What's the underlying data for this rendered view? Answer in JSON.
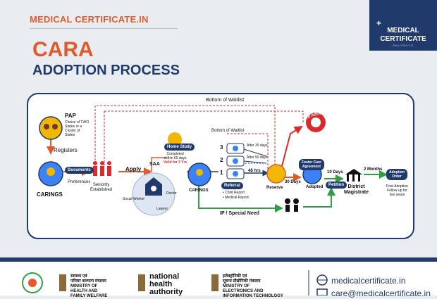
{
  "brand": "MEDICAL CERTIFICATE.IN",
  "title": "CARA",
  "subtitle": "ADOPTION PROCESS",
  "logo": {
    "plus": "+",
    "line1": "MEDICAL",
    "line2": "CERTIFICATE",
    "tagline": "ONLYDOCS"
  },
  "diagram": {
    "bottom_waitlist_top": "Bottom of Waitlist",
    "pap": "PAP",
    "pap_choice": [
      "Choice of TWO",
      "States or a",
      "Cluster of",
      "States"
    ],
    "registers": "Registers",
    "caring_left": "CARINGS",
    "documents": "Documents",
    "preferences": "Preferences",
    "seniority": [
      "Seniority",
      "Established"
    ],
    "apply": "Apply",
    "saa": "SAA",
    "home_study": "Home Study",
    "completed": [
      "Completed",
      "within 60 days"
    ],
    "valid": "Valid for 3 Yrs",
    "social_worker": "Social Worker",
    "doctor": "Doctor",
    "lawyer": "Lawyer",
    "caring_mid": "CARINGS",
    "bottom_waitlist_mid": "Bottom of Waitlist",
    "nums": [
      "3",
      "2",
      "1"
    ],
    "after30": "After 30 days",
    "after90": "After 90 days",
    "hrs48": "48 hrs",
    "referral": "Referral",
    "child_report": "• Child Report",
    "medical_report": "• Medical Report",
    "reserve": "Reserve",
    "not_adopted": "Not Adopted",
    "days30": "30 Days",
    "foster": [
      "Foster Care",
      "Agreement"
    ],
    "adopted": "Adopted",
    "days10": "10 Days",
    "petition": "Petition",
    "district": [
      "District",
      "Magistrate"
    ],
    "months2": "2 Months",
    "adoption_order": [
      "Adoption",
      "Order"
    ],
    "post_adoption": [
      "Post Adoption",
      "Follow up for",
      "two years"
    ],
    "ip_special": "IP / Special Need"
  },
  "footer": {
    "ministry1": [
      "स्वास्थ्य एवं",
      "परिवार कल्याण मंत्रालय",
      "MINISTRY OF",
      "HEALTH AND",
      "FAMILY WELFARE"
    ],
    "nha": [
      "national",
      "health",
      "authority"
    ],
    "ministry2": [
      "इलेक्ट्रॉनिकी एवं",
      "सूचना प्रौद्योगिकी मंत्रालय",
      "MINISTRY OF",
      "ELECTRONICS AND",
      "INFORMATION TECHNOLOGY"
    ],
    "website": "medicalcertificate.in",
    "email": "care@medicalcertificate.in"
  },
  "colors": {
    "orange": "#e05a2a",
    "navy": "#1f3a6b",
    "green": "#2ea043",
    "red": "#d92b2b"
  }
}
